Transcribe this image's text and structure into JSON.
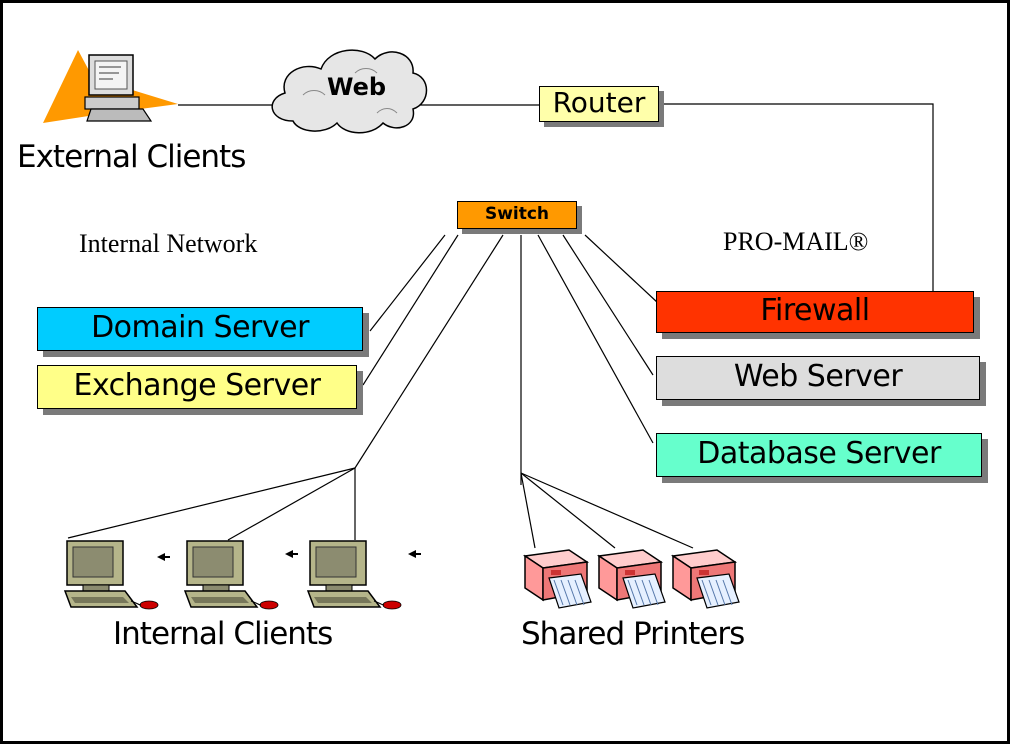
{
  "labels": {
    "external_clients": "External Clients",
    "internal_network": "Internal Network",
    "pro_mail": "PRO-MAIL®",
    "internal_clients": "Internal Clients",
    "shared_printers": "Shared Printers"
  },
  "nodes": {
    "web": "Web",
    "router": "Router",
    "switch": "Switch",
    "domain_server": "Domain Server",
    "exchange_server": "Exchange Server",
    "firewall": "Firewall",
    "web_server": "Web Server",
    "database_server": "Database Server"
  },
  "colors": {
    "domain_server": "#00ccff",
    "exchange_server": "#ffff88",
    "firewall": "#ff3300",
    "web_server": "#dddddd",
    "database_server": "#66ffcc",
    "router": "#ffffaa",
    "switch": "#ff9900",
    "computer": "#b5b58a",
    "printer": "#ff9999",
    "cloud": "#e6e6e6"
  },
  "icons": {
    "external_client": "computer-icon",
    "internal_client": "computer-icon",
    "printer": "printer-icon",
    "cloud": "cloud-icon"
  }
}
